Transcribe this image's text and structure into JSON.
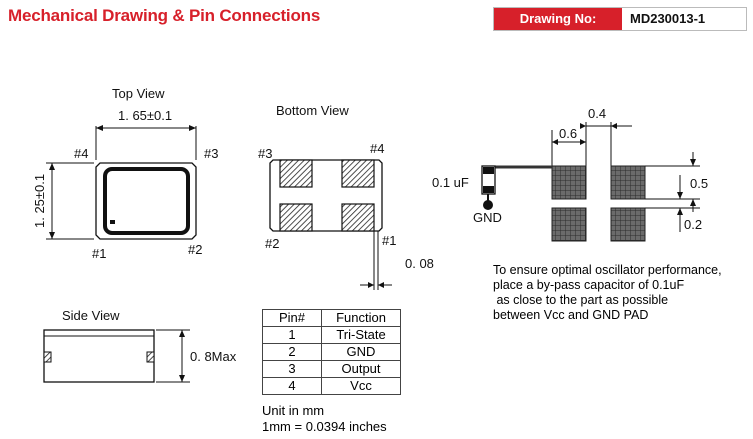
{
  "header": {
    "title": "Mechanical Drawing & Pin Connections",
    "drawing_no_label": "Drawing No:",
    "drawing_no_value": "MD230013-1",
    "accent_color": "#d7202a"
  },
  "top_view": {
    "title": "Top View",
    "width_dim": "1. 65±0.1",
    "height_dim": "1. 25±0.1",
    "pins": [
      "#1",
      "#2",
      "#3",
      "#4"
    ]
  },
  "bottom_view": {
    "title": "Bottom View",
    "pins": [
      "#1",
      "#2",
      "#3",
      "#4"
    ],
    "pad_dim": "0. 08"
  },
  "side_view": {
    "title": "Side View",
    "height_dim": "0. 8Max"
  },
  "pad_layout": {
    "dim_04": "0.4",
    "dim_06": "0.6",
    "dim_05": "0.5",
    "dim_02": "0.2",
    "cap_label": "0.1 uF",
    "gnd_label": "GND"
  },
  "bypass_note": "To ensure optimal oscillator performance,\nplace a by-pass capacitor of 0.1uF\n as close to the part as possible\nbetween Vcc and GND PAD",
  "pin_table": {
    "headers": [
      "Pin#",
      "Function"
    ],
    "rows": [
      [
        "1",
        "Tri-State"
      ],
      [
        "2",
        "GND"
      ],
      [
        "3",
        "Output"
      ],
      [
        "4",
        "Vcc"
      ]
    ]
  },
  "units": {
    "line1": "Unit in mm",
    "line2": "1mm = 0.0394 inches"
  }
}
